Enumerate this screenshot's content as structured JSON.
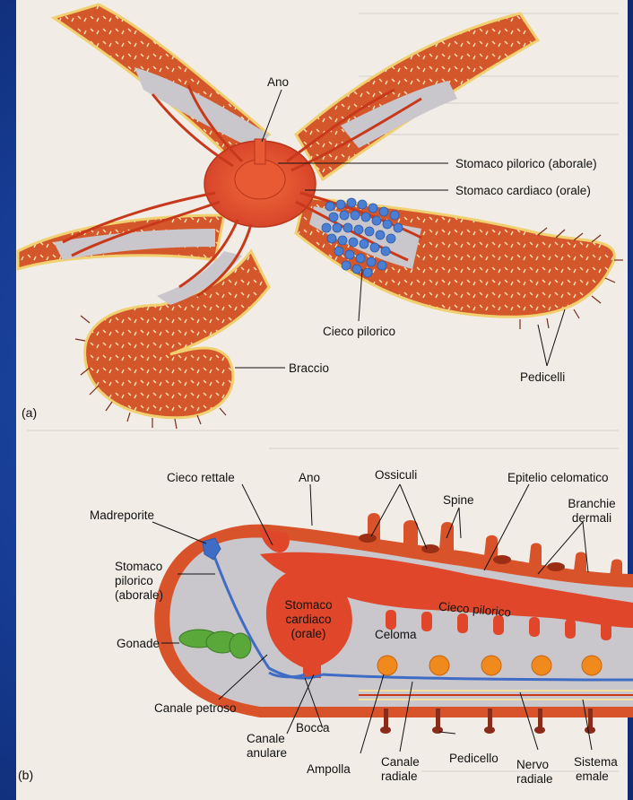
{
  "figure_a": {
    "panel_label": "(a)",
    "labels": {
      "ano": "Ano",
      "stomaco_pilorico": "Stomaco pilorico (aborale)",
      "stomaco_cardiaco": "Stomaco cardiaco (orale)",
      "cieco_pilorico": "Cieco pilorico",
      "braccio": "Braccio",
      "pedicelli": "Pedicelli"
    }
  },
  "figure_b": {
    "panel_label": "(b)",
    "labels": {
      "cieco_rettale": "Cieco rettale",
      "ano": "Ano",
      "ossiculi": "Ossiculi",
      "spine": "Spine",
      "epitelio_celomatico": "Epitelio celomatico",
      "branchie_l1": "Branchie",
      "branchie_l2": "dermali",
      "madreporite": "Madreporite",
      "stomaco_pilorico_l1": "Stomaco",
      "stomaco_pilorico_l2": "pilorico",
      "stomaco_pilorico_l3": "(aborale)",
      "stomaco_cardiaco_l1": "Stomaco",
      "stomaco_cardiaco_l2": "cardiaco",
      "stomaco_cardiaco_l3": "(orale)",
      "cieco_pilorico": "Cieco pilorico",
      "celoma": "Celoma",
      "gonade": "Gonade",
      "canale_petroso": "Canale petroso",
      "canale_anulare_l1": "Canale",
      "canale_anulare_l2": "anulare",
      "bocca": "Bocca",
      "ampolla": "Ampolla",
      "canale_radiale_l1": "Canale",
      "canale_radiale_l2": "radiale",
      "pedicello": "Pedicello",
      "nervo_radiale_l1": "Nervo",
      "nervo_radiale_l2": "radiale",
      "sistema_emale_l1": "Sistema",
      "sistema_emale_l2": "emale"
    }
  },
  "colors": {
    "slide_blue": "#163c94",
    "page": "#f1ece6",
    "body_orange": "#d9532a",
    "organ_red": "#e0472a",
    "coelom_gray": "#c9c7cc",
    "water_vascular_blue": "#3f6cc4",
    "gonad_green": "#5aa83a",
    "ampulla_orange": "#f08a1c"
  }
}
